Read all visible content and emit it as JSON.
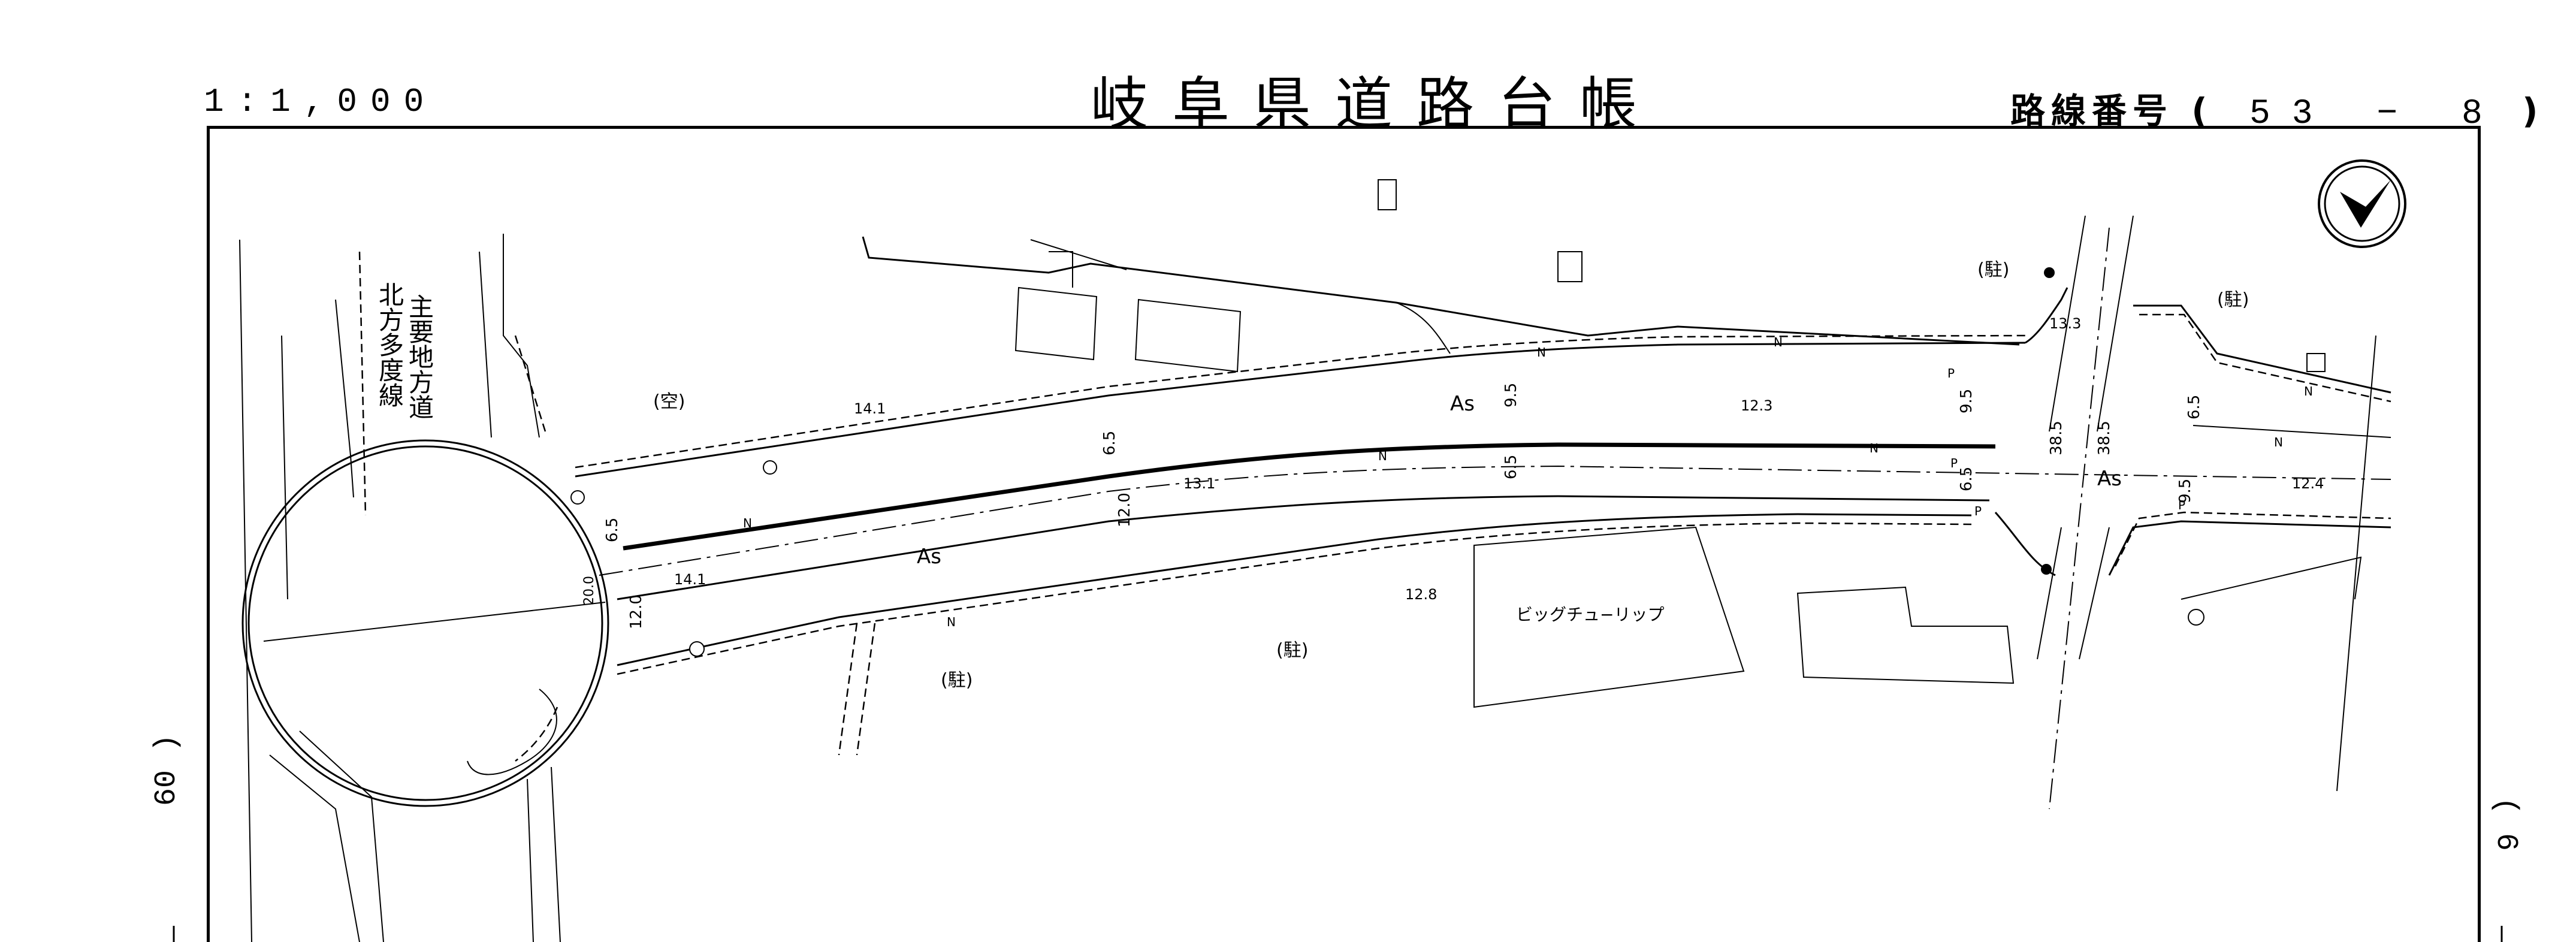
{
  "header": {
    "scale": "1:1,000",
    "title": "岐阜県道路台帳",
    "route_label": "路線番号",
    "route_open": "(",
    "route_number": "53 − 8",
    "route_close": ")"
  },
  "side_labels": {
    "left": "60 )",
    "right": "( 6"
  },
  "map": {
    "road_name": "主要地方道北方多度線",
    "road_name_col1": "主要地方道",
    "road_name_col2": "北方多度線",
    "building_label": "ビッグチュ−リップ",
    "surface_labels": [
      "As",
      "As",
      "As"
    ],
    "parcel_labels": [
      "(空)",
      "(駐)",
      "(駐)",
      "(駐)",
      "(駐)"
    ],
    "widths": [
      "6.5",
      "12.0",
      "6.5",
      "12.0",
      "9.5",
      "6.5",
      "9.5",
      "6.5",
      "38.5",
      "38.5",
      "6.5",
      "9.5",
      "20.0"
    ],
    "elevations": [
      "14.1",
      "14.1",
      "13.1",
      "12.3",
      "12.8",
      "13.3",
      "12.4"
    ],
    "north_symbol": "north-arrow",
    "markers": [
      "N",
      "N",
      "N",
      "N",
      "N",
      "N",
      "N",
      "N",
      "P",
      "P",
      "P",
      "P"
    ]
  }
}
